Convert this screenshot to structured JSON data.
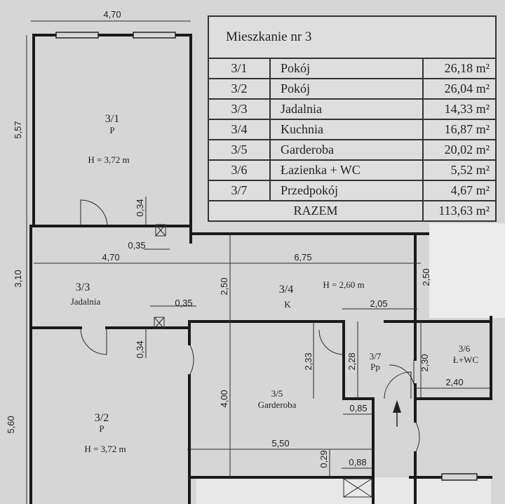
{
  "table": {
    "title": "Mieszkanie nr 3",
    "rows": [
      {
        "no": "3/1",
        "name": "Pokój",
        "area": "26,18 m²"
      },
      {
        "no": "3/2",
        "name": "Pokój",
        "area": "26,04 m²"
      },
      {
        "no": "3/3",
        "name": "Jadalnia",
        "area": "14,33 m²"
      },
      {
        "no": "3/4",
        "name": "Kuchnia",
        "area": "16,87 m²"
      },
      {
        "no": "3/5",
        "name": "Garderoba",
        "area": "20,02 m²"
      },
      {
        "no": "3/6",
        "name": "Łazienka + WC",
        "area": "5,52 m²"
      },
      {
        "no": "3/7",
        "name": "Przedpokój",
        "area": "4,67 m²"
      }
    ],
    "total_label": "RAZEM",
    "total_area": "113,63 m²"
  },
  "plan": {
    "rooms": {
      "r31": {
        "no": "3/1",
        "code": "P",
        "height": "H = 3,72 m"
      },
      "r32": {
        "no": "3/2",
        "code": "P",
        "height": "H = 3,72 m"
      },
      "r33": {
        "no": "3/3",
        "name": "Jadalnia"
      },
      "r34": {
        "no": "3/4",
        "code": "K",
        "height": "H = 2,60 m"
      },
      "r35": {
        "no": "3/5",
        "name": "Garderoba"
      },
      "r36": {
        "no": "3/6",
        "code": "Ł+WC"
      },
      "r37": {
        "no": "3/7",
        "code": "Pp"
      }
    },
    "dims": {
      "top_width": "4,70",
      "left_31": "5,57",
      "wall_034_top": "0,34",
      "chimney_035_top": "0,35",
      "width_33": "4,70",
      "width_34": "6,75",
      "left_33": "3,10",
      "depth_34": "2,50",
      "right_34": "2,50",
      "chimney_035_mid": "0,35",
      "width_205": "2,05",
      "wall_034_mid": "0,34",
      "h_233": "2,33",
      "h_228": "2,28",
      "h_230": "2,30",
      "w_240": "2,40",
      "w_085": "0,85",
      "h_400": "4,00",
      "w_550": "5,50",
      "h_029": "0,29",
      "w_088": "0,88",
      "left_32": "5,60"
    }
  }
}
